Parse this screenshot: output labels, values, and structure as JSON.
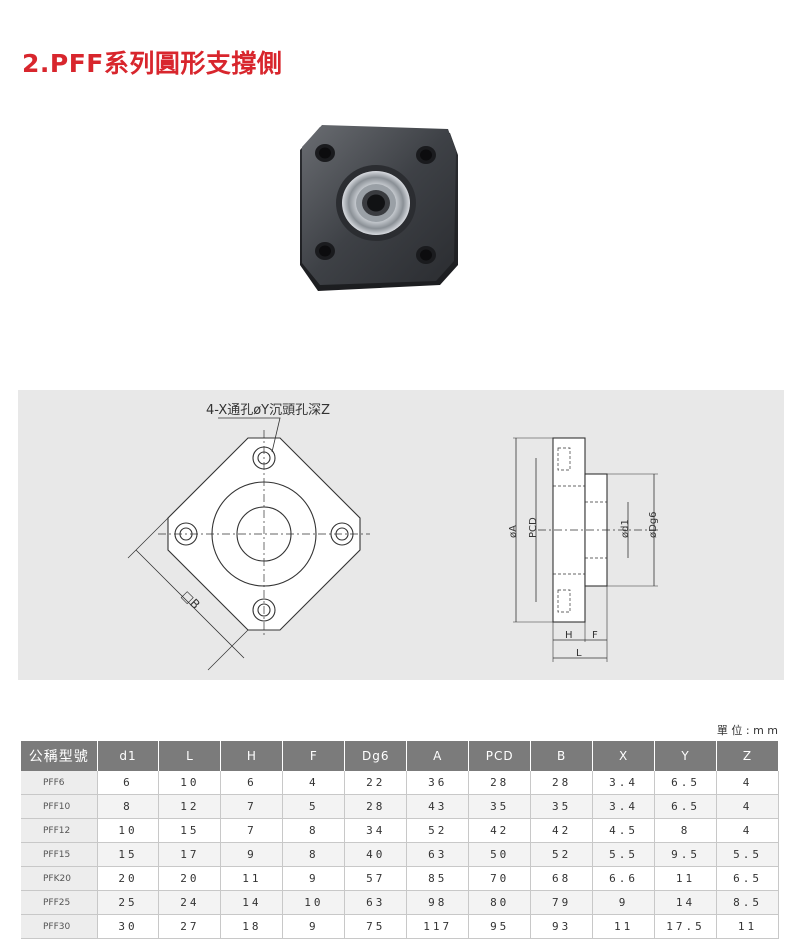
{
  "title": "2.PFF系列圓形支撐側",
  "drawing": {
    "hole_note": "4-X通孔øY沉頭孔深Z",
    "label_B": "□B",
    "label_phiA": "øA",
    "label_PCD": "PCD",
    "label_d1": "ød1",
    "label_Dg6": "øDg6",
    "label_H": "H",
    "label_F": "F",
    "label_L": "L"
  },
  "unit": "單 位 : m m",
  "table": {
    "headers": [
      "公稱型號",
      "d1",
      "L",
      "H",
      "F",
      "Dg6",
      "A",
      "PCD",
      "B",
      "X",
      "Y",
      "Z"
    ],
    "rows": [
      [
        "PFF6",
        "6",
        "10",
        "6",
        "4",
        "22",
        "36",
        "28",
        "28",
        "3.4",
        "6.5",
        "4"
      ],
      [
        "PFF10",
        "8",
        "12",
        "7",
        "5",
        "28",
        "43",
        "35",
        "35",
        "3.4",
        "6.5",
        "4"
      ],
      [
        "PFF12",
        "10",
        "15",
        "7",
        "8",
        "34",
        "52",
        "42",
        "42",
        "4.5",
        "8",
        "4"
      ],
      [
        "PFF15",
        "15",
        "17",
        "9",
        "8",
        "40",
        "63",
        "50",
        "52",
        "5.5",
        "9.5",
        "5.5"
      ],
      [
        "PFK20",
        "20",
        "20",
        "11",
        "9",
        "57",
        "85",
        "70",
        "68",
        "6.6",
        "11",
        "6.5"
      ],
      [
        "PFF25",
        "25",
        "24",
        "14",
        "10",
        "63",
        "98",
        "80",
        "79",
        "9",
        "14",
        "8.5"
      ],
      [
        "PFF30",
        "30",
        "27",
        "18",
        "9",
        "75",
        "117",
        "95",
        "93",
        "11",
        "17.5",
        "11"
      ]
    ]
  }
}
